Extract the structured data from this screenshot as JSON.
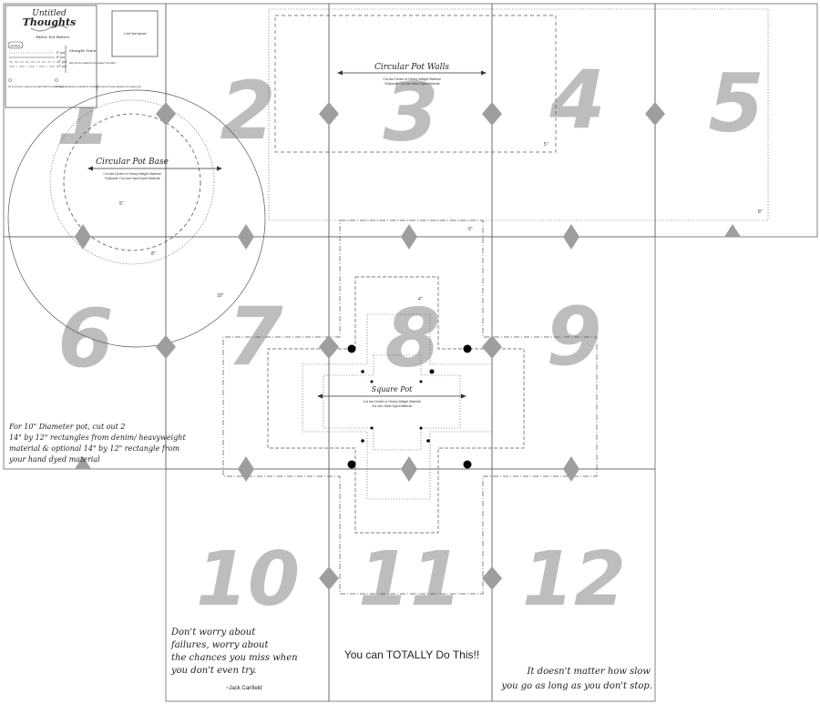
{
  "tiles": {
    "labels": [
      "1",
      "2",
      "3",
      "4",
      "5",
      "6",
      "7",
      "8",
      "9",
      "10",
      "11",
      "12"
    ]
  },
  "legend": {
    "logo_line1": "Untitled",
    "logo_line2": "Thoughts",
    "subtitle": "Fabric Pot Pattern",
    "line_labels": [
      "5\" pot",
      "8\" pot",
      "10\" pot",
      "12\" pot"
    ],
    "badge": "SCALE",
    "straight_grain": "Straight Grain",
    "grain_note": "Align this line parallel to the selvage of the fabric",
    "note_left": "Go by pot size, measure the height width of your container",
    "note_right": "1/2\" seam allowance is included for circular pots and 1/4\" seam allowance for square pots"
  },
  "scale_box": {
    "label": "1 inch test square"
  },
  "circular_base": {
    "title": "Circular Pot Base",
    "line1": "Cut two Denim or Heavy Weight Material",
    "line2": "*Optional* Cut one Hand Dyed Material",
    "dim_inner": "5\"",
    "dim_mid": "8\"",
    "dim_outer": "10\""
  },
  "circular_walls": {
    "title": "Circular Pot Walls",
    "line1": "Cut two Denim or Heavy Weight Material",
    "line2": "*Optional* Cut one Hand Dyed Material",
    "dim_a": "5\"",
    "dim_b": "8\""
  },
  "square_pot": {
    "title": "Square Pot",
    "line1": "Cut two Denim or Heavy Weight Material",
    "line2": "Cut one Hand Dyed Material",
    "dim_a": "5\"",
    "dim_b": "4\""
  },
  "instructions": {
    "lines": [
      "For 10\" Diameter pot, cut out 2",
      "14\" by 12\" rectangles from denim/ heavyweight",
      "material & optional 14\" by 12\" rectangle from",
      "your hand dyed material"
    ]
  },
  "quote1": {
    "lines": [
      "Don't worry about",
      "failures, worry about",
      "the chances you miss when",
      "you don't even try."
    ],
    "author": "~Jack Canfield"
  },
  "quote2": {
    "text": "You can TOTALLY Do This!!"
  },
  "quote3": {
    "lines": [
      "It doesn't matter how slow",
      "you go as long as you don't stop."
    ]
  },
  "colors": {
    "number_gray": "#bdbdbd",
    "diamond_gray": "#9e9e9e",
    "line": "#555555",
    "page": "#ffffff"
  }
}
